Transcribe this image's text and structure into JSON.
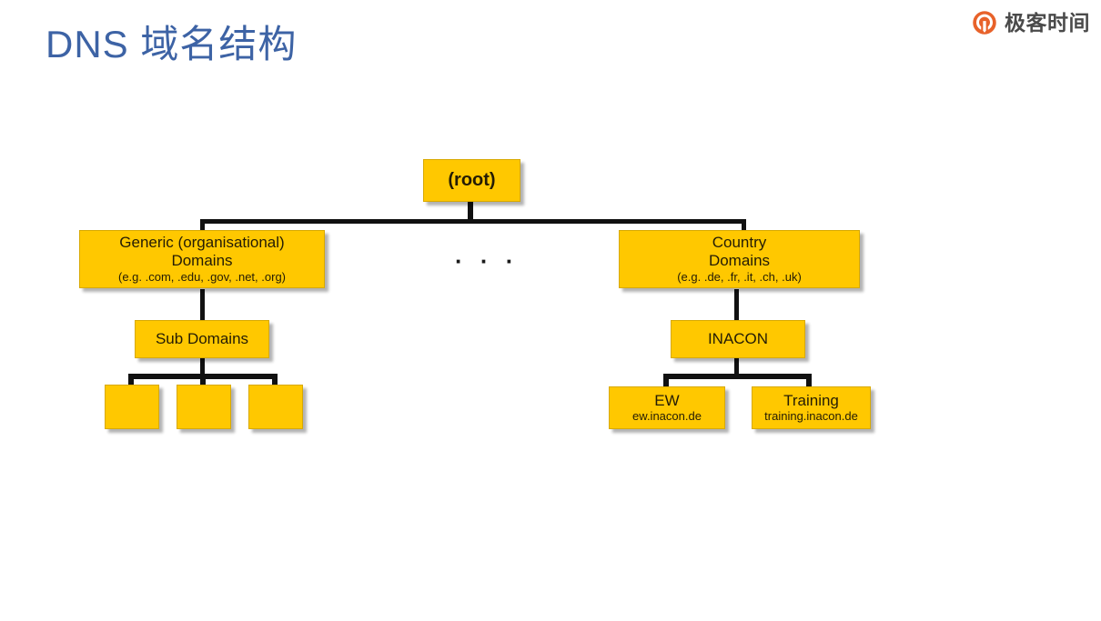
{
  "page": {
    "title": "DNS 域名结构",
    "title_color": "#3d63a5",
    "background": "#ffffff"
  },
  "brand": {
    "name": "极客时间",
    "icon": "geektime-logo-icon",
    "accent_color": "#e8622a"
  },
  "diagram": {
    "type": "tree",
    "node_fill": "#ffc800",
    "node_border": "#d8a900",
    "connector_color": "#111111",
    "ellipsis": "· · ·",
    "nodes": [
      {
        "id": "root",
        "title": "(root)",
        "sub": ""
      },
      {
        "id": "generic-domains",
        "title_line1": "Generic (organisational)",
        "title_line2": "Domains",
        "sub": "(e.g. .com, .edu, .gov, .net, .org)"
      },
      {
        "id": "country-domains",
        "title_line1": "Country",
        "title_line2": "Domains",
        "sub": "(e.g. .de, .fr, .it, .ch, .uk)"
      },
      {
        "id": "sub-domains",
        "title": "Sub Domains",
        "sub": ""
      },
      {
        "id": "inacon",
        "title": "INACON",
        "sub": ""
      },
      {
        "id": "leaf-1",
        "title": "",
        "sub": ""
      },
      {
        "id": "leaf-2",
        "title": "",
        "sub": ""
      },
      {
        "id": "leaf-3",
        "title": "",
        "sub": ""
      },
      {
        "id": "ew",
        "title": "EW",
        "sub": "ew.inacon.de"
      },
      {
        "id": "training",
        "title": "Training",
        "sub": "training.inacon.de"
      }
    ]
  }
}
